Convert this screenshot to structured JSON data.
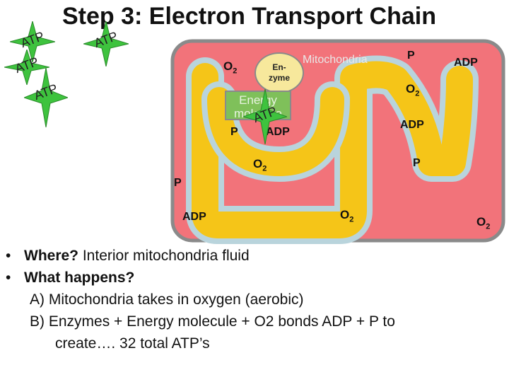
{
  "title": "Step 3: Electron Transport Chain",
  "atp_word": "ATP",
  "mitochondria_label": "Mitochondria",
  "enzyme_label": "En-\nzyme",
  "energy_label": "Energy\nmolecule",
  "labels": {
    "o2_main": "O",
    "o2_sub": "2",
    "p": "P",
    "adp": "ADP"
  },
  "bullets": {
    "where_q": "Where?",
    "where_a": " Interior mitochondria fluid",
    "what_q": "What happens?",
    "item_a": "A)  Mitochondria takes in oxygen (aerobic)",
    "item_b_line1": "B)  Enzymes + Energy molecule + O2 bonds ADP + P to",
    "item_b_line2": "create…. 32 total ATP’s"
  },
  "colors": {
    "membrane": "#f2737a",
    "membrane_border": "#8a8a8a",
    "inner_fold": "#f5c518",
    "fold_edge": "#b9d4dc",
    "atp_star": "#3ec33e",
    "enzyme": "#f7e89c",
    "energy": "#7fc05a"
  }
}
